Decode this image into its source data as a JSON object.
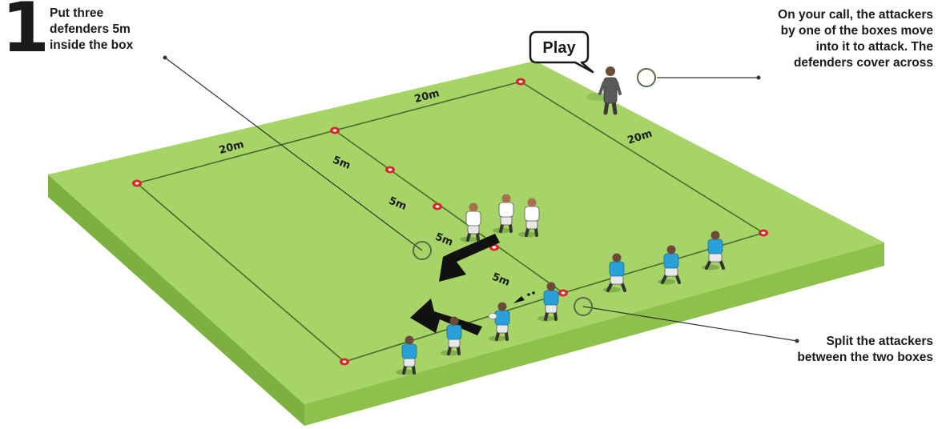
{
  "step": {
    "number": "1"
  },
  "notes": {
    "top_left": [
      "Put three",
      "defenders 5m",
      "inside the box"
    ],
    "top_right": [
      "On your call, the attackers",
      "by one of the boxes move",
      "into it to attack. The",
      "defenders cover across"
    ],
    "bottom_right": [
      "Split the attackers",
      "between the two boxes"
    ]
  },
  "call_bubble": {
    "text": "Play"
  },
  "distances": {
    "top_left_side": "20m",
    "top_right_side": "20m",
    "right_side": "20m",
    "inner_1": "5m",
    "inner_2": "5m",
    "inner_3": "5m",
    "inner_4": "5m"
  },
  "players": {
    "defenders_count": 3,
    "attackers_count": 7,
    "coach_count": 1
  },
  "colors": {
    "pitch_top": "#a6d467",
    "pitch_side": "#7eb041",
    "pitch_front": "#8fc04c",
    "line": "#4a6a2c",
    "cone": "#d8262b",
    "attacker": "#2aa0d8",
    "defender": "#ffffff",
    "coach": "#555555",
    "arrow": "#111111"
  }
}
